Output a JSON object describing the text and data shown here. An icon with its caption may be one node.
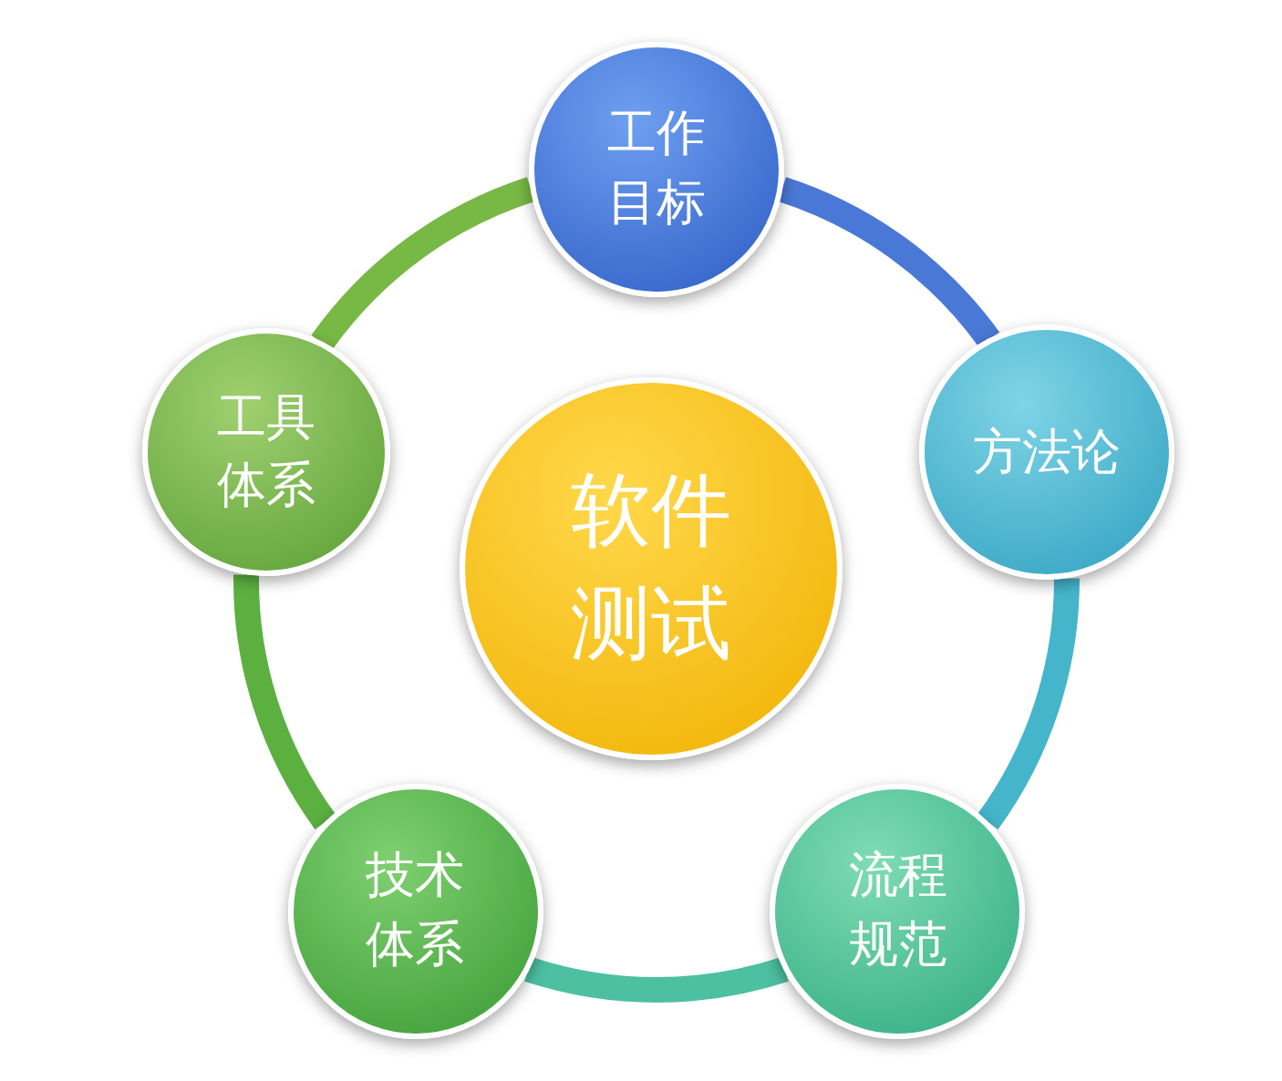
{
  "diagram": {
    "nodes": [
      {
        "text": [
          "工作目标"
        ]
      },
      {
        "text": [
          "工具体系"
        ]
      },
      {
        "text": [
          "软件测试"
        ]
      },
      {
        "text": [
          "方法论"
        ]
      },
      {
        "text": [
          "技术体系"
        ]
      },
      {
        "text": [
          "流程规范"
        ]
      }
    ],
    "edges": [
      {
        "from": 0,
        "to": 3,
        "arrow": "none",
        "color": "#4a78d6"
      },
      {
        "from": 3,
        "to": 5,
        "arrow": "none",
        "color": "#45b5cc"
      },
      {
        "from": 5,
        "to": 4,
        "arrow": "none",
        "color": "#4cc0a0"
      },
      {
        "from": 4,
        "to": 1,
        "arrow": "none",
        "color": "#5cb040"
      },
      {
        "from": 1,
        "to": 0,
        "arrow": "none",
        "color": "#78b844"
      }
    ]
  }
}
